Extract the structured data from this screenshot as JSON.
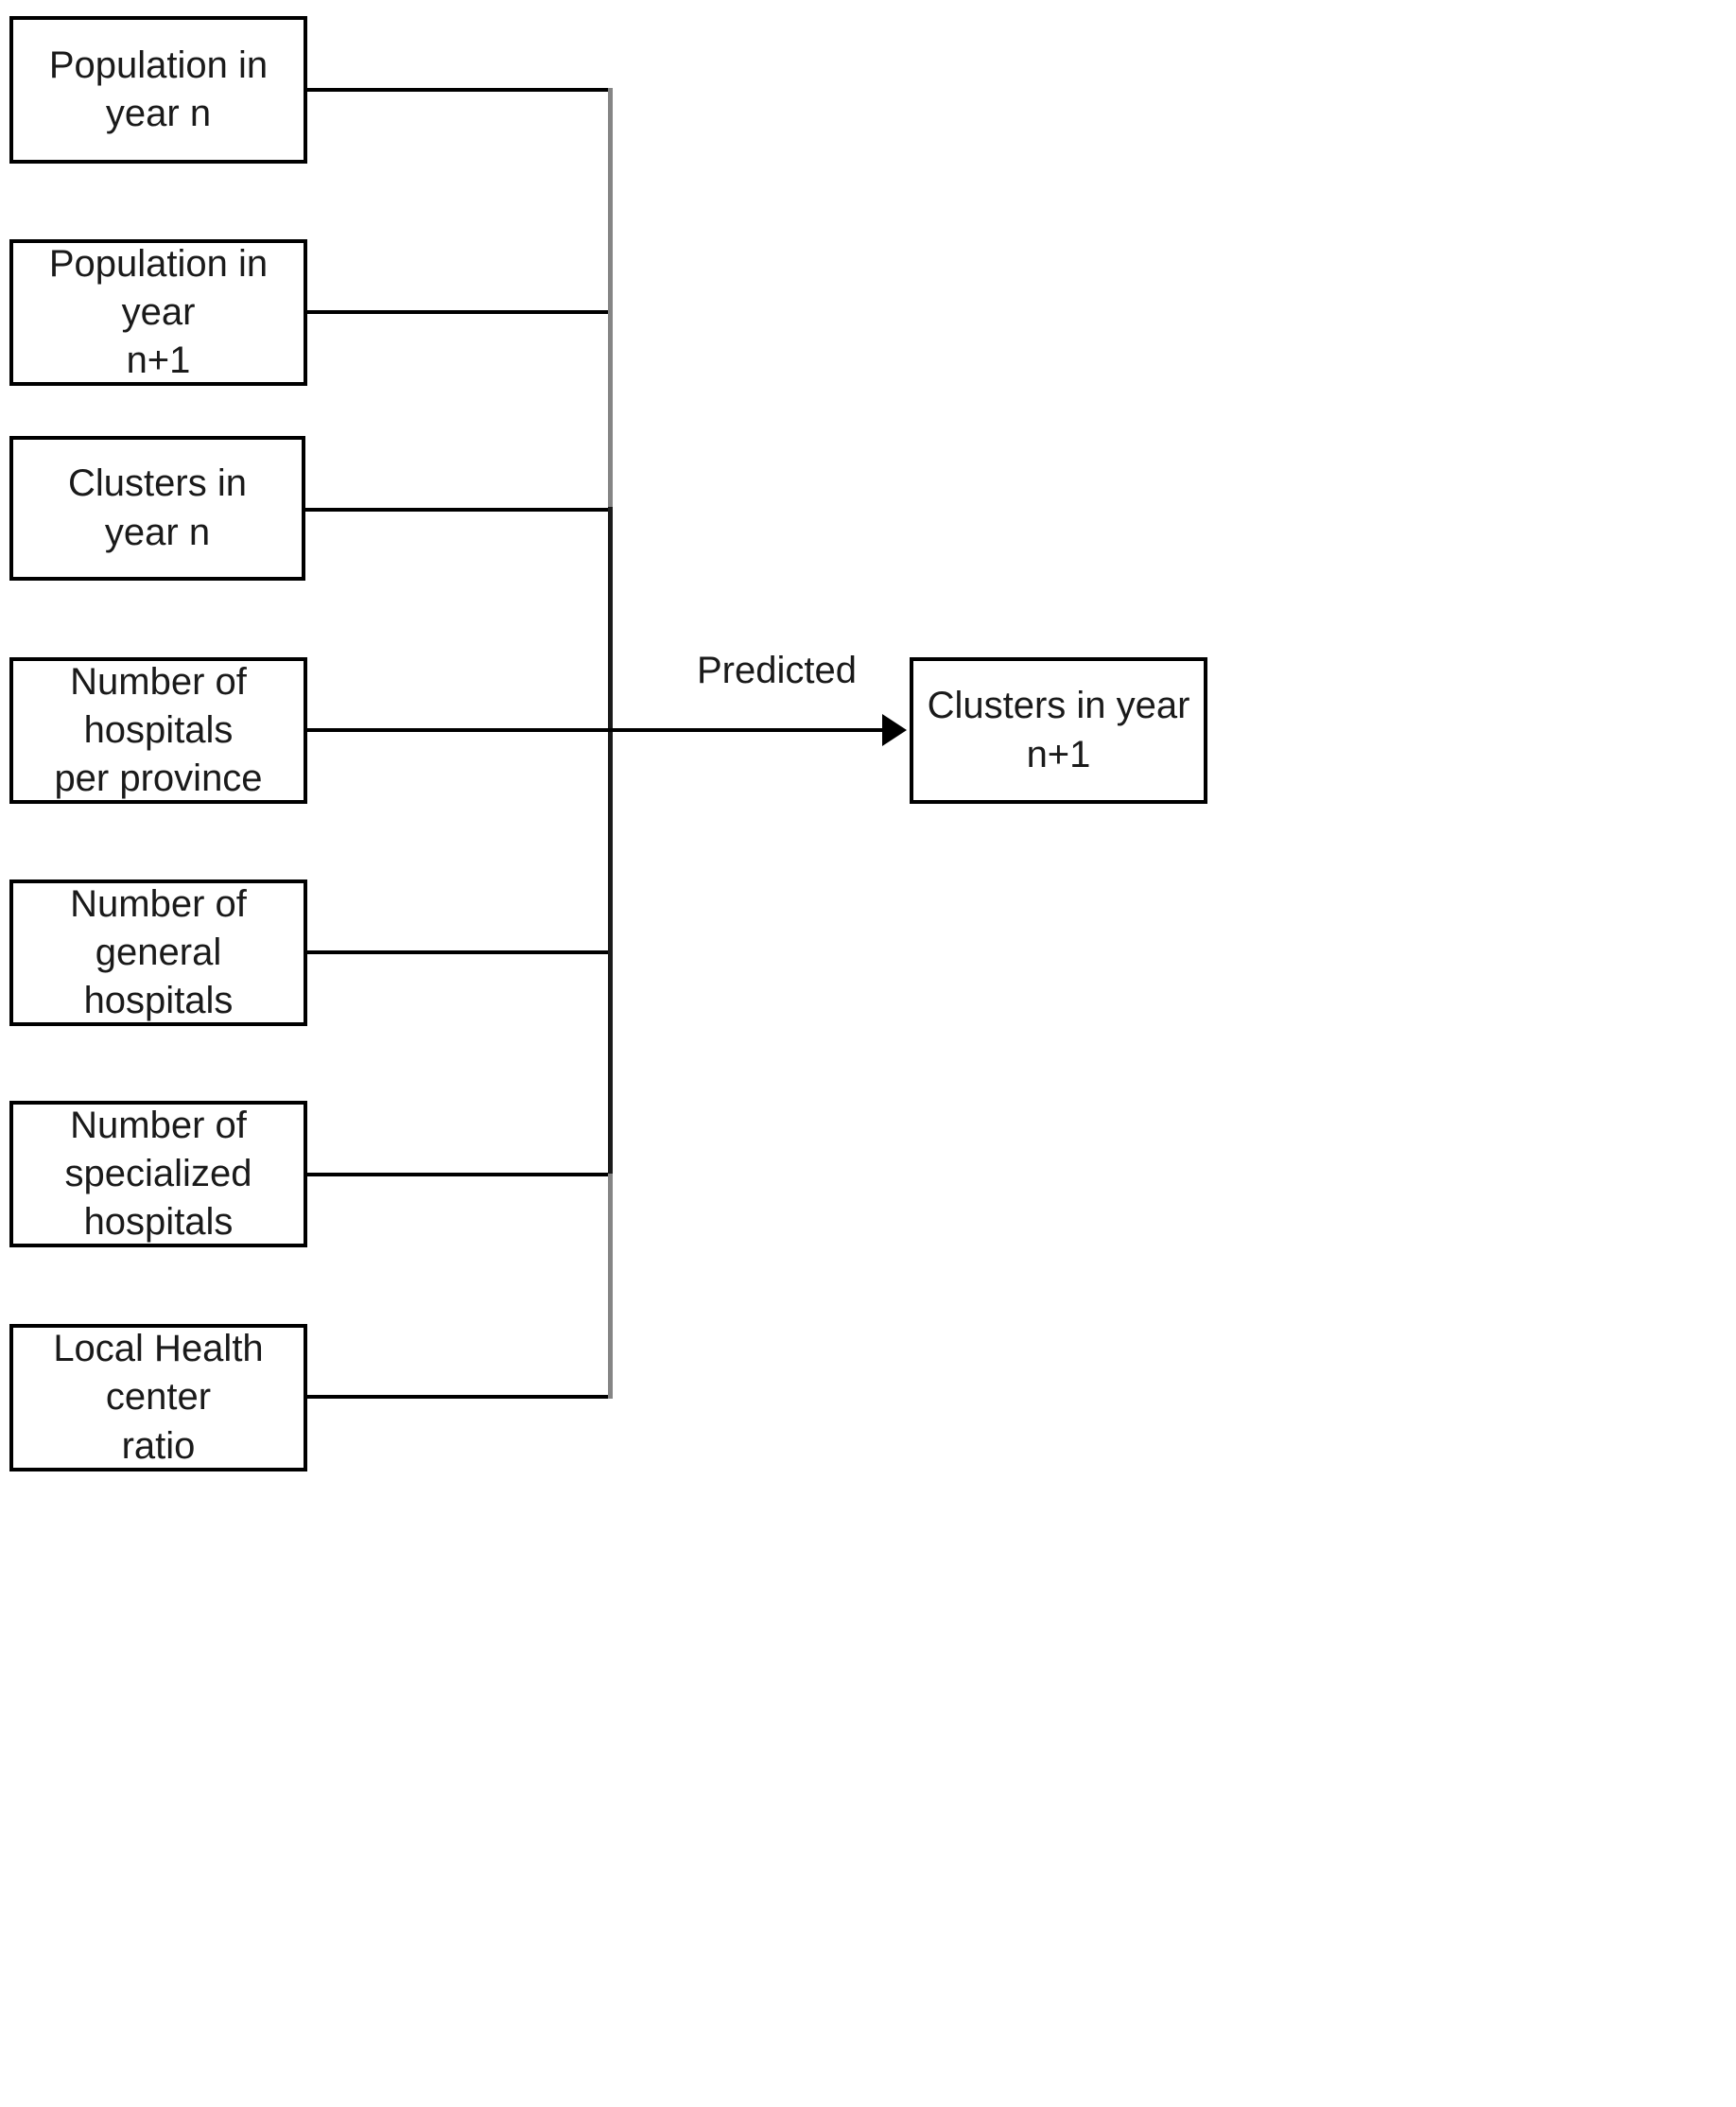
{
  "diagram": {
    "title": "Cluster prediction input-output flowchart",
    "colors": {
      "box_border": "#000000",
      "box_fill": "#ffffff",
      "connector_black": "#000000",
      "spine_gray": "#858585",
      "text": "#1a1a1a"
    },
    "inputs": [
      {
        "id": "population-year-n",
        "label": "Population in year n"
      },
      {
        "id": "population-year-n-plus-1",
        "label": "Population in year\nn+1"
      },
      {
        "id": "clusters-year-n",
        "label": "Clusters in year n"
      },
      {
        "id": "hospitals-per-province",
        "label": "Number of hospitals\nper province"
      },
      {
        "id": "general-hospitals",
        "label": "Number of general\nhospitals"
      },
      {
        "id": "specialized-hospitals",
        "label": "Number of\nspecialized hospitals"
      },
      {
        "id": "local-health-center-ratio",
        "label": "Local Health center\nratio"
      }
    ],
    "edge": {
      "label": "Predicted"
    },
    "output": {
      "id": "clusters-year-n-plus-1",
      "label": "Clusters in year n+1"
    }
  }
}
